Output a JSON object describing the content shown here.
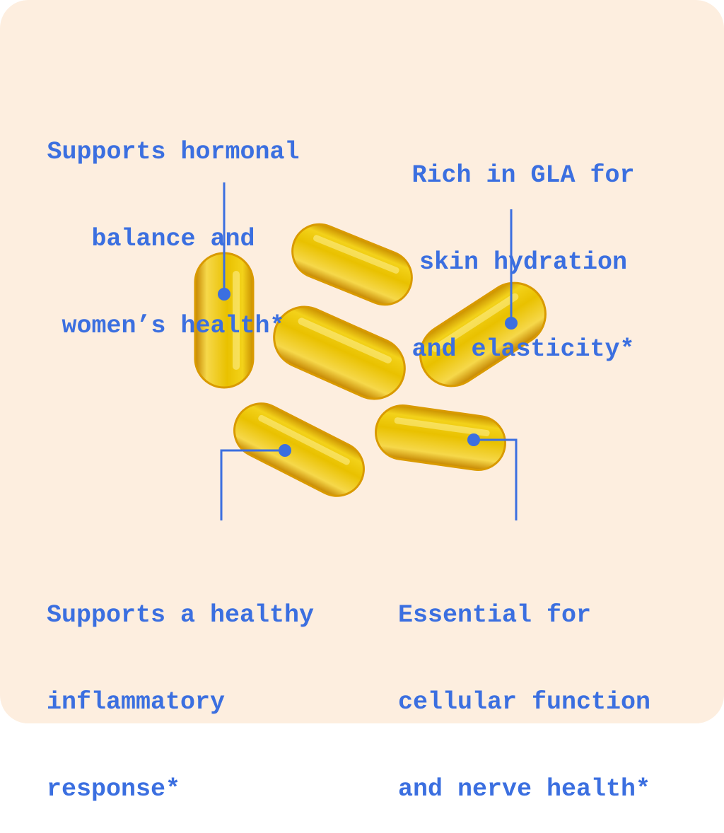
{
  "accent_color": "#3b6fe0",
  "background_color": "#fdeedf",
  "capsule_color": "#e6b800",
  "callouts": [
    {
      "lines": [
        "Supports hormonal",
        "balance and",
        "women’s health*"
      ]
    },
    {
      "lines": [
        "Rich in GLA for",
        "skin hydration",
        "and elasticity*"
      ]
    },
    {
      "lines": [
        "Supports a healthy",
        "inflammatory",
        "response*"
      ]
    },
    {
      "lines": [
        "Essential for",
        "cellular function",
        "and nerve health*"
      ]
    }
  ]
}
